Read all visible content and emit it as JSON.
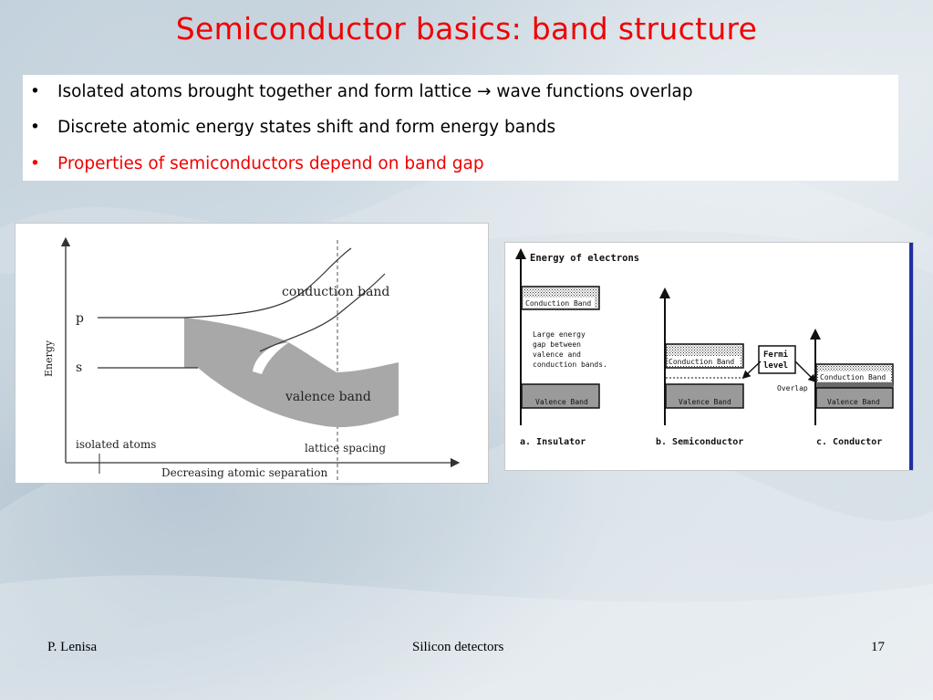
{
  "slide": {
    "title": "Semiconductor basics: band structure"
  },
  "bullets": [
    {
      "text": "Isolated atoms brought together and form lattice → wave functions overlap",
      "color": "#000000"
    },
    {
      "text": "Discrete atomic energy states shift and form energy bands",
      "color": "#000000"
    },
    {
      "text": "Properties of semiconductors depend on band gap",
      "color": "#f00000"
    }
  ],
  "left_figure": {
    "y_axis_label": "Energy",
    "level_p": "p",
    "level_s": "s",
    "conduction_band_label": "conduction band",
    "valence_band_label": "valence band",
    "isolated_atoms_label": "isolated atoms",
    "lattice_spacing_label": "lattice spacing",
    "x_axis_label": "Decreasing atomic separation"
  },
  "right_figure": {
    "y_axis_label": "Energy of electrons",
    "insulator": {
      "conduction_band": "Conduction Band",
      "gap_note": [
        "Large energy",
        "gap between",
        "valence and",
        "conduction bands."
      ],
      "valence_band": "Valence Band",
      "caption": "a. Insulator"
    },
    "semiconductor": {
      "conduction_band": "Conduction Band",
      "valence_band": "Valence Band",
      "caption": "b. Semiconductor"
    },
    "fermi_level": [
      "Fermi",
      "level"
    ],
    "conductor": {
      "conduction_band": "Conduction Band",
      "overlap": "Overlap",
      "valence_band": "Valence Band",
      "caption": "c. Conductor"
    }
  },
  "footer": {
    "author": "P. Lenisa",
    "topic": "Silicon detectors",
    "page_number": "17"
  }
}
